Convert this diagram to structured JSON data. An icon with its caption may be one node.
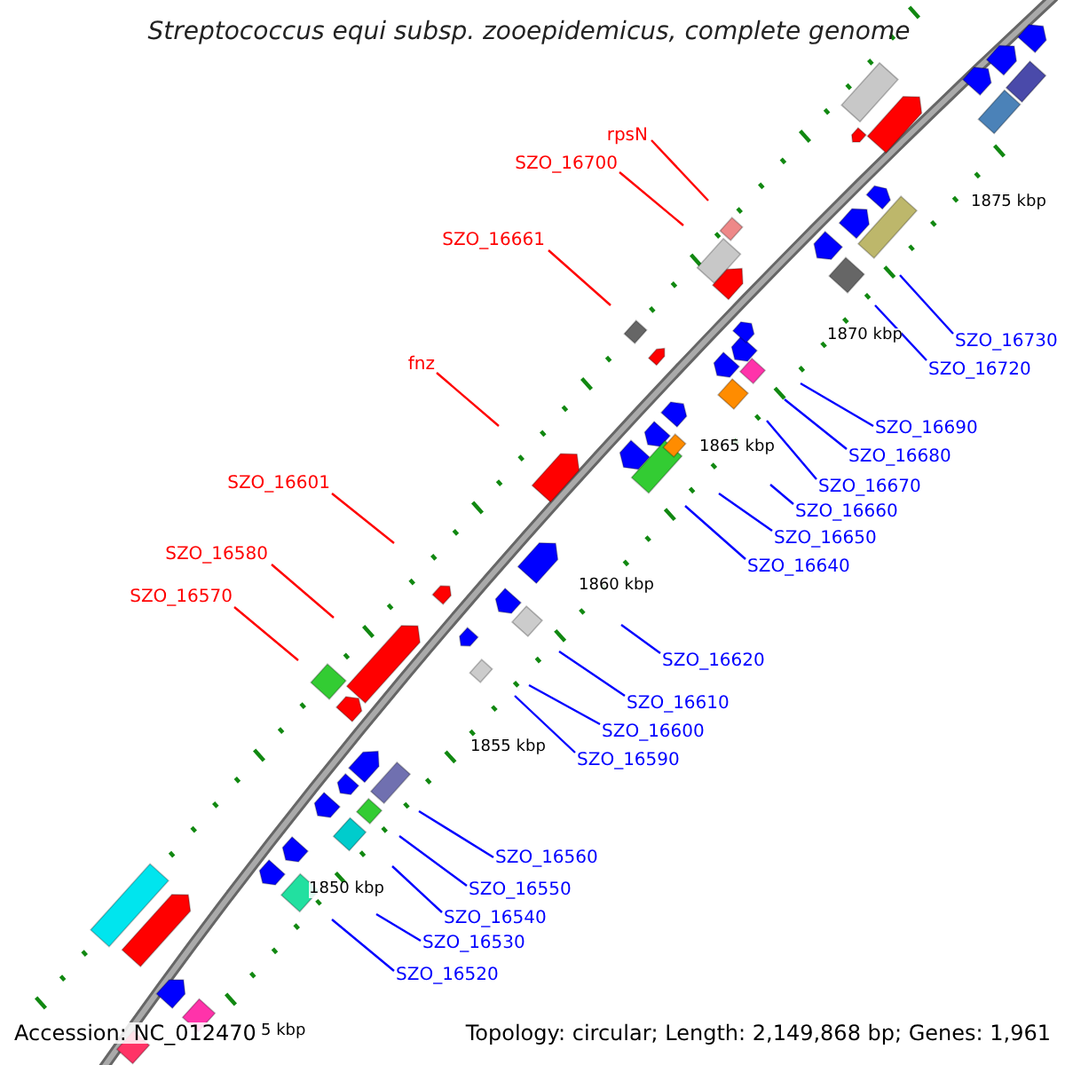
{
  "diagram": {
    "title": "Streptococcus equi subsp. zooepidemicus, complete genome",
    "nodes": [
      {
        "text": [
          "rpsN"
        ]
      },
      {
        "text": [
          "SZO_16700"
        ]
      },
      {
        "text": [
          "SZO_16661"
        ]
      },
      {
        "text": [
          "SZO_16730"
        ]
      },
      {
        "text": [
          "SZO_16720"
        ]
      },
      {
        "text": [
          "fnz"
        ]
      },
      {
        "text": [
          "SZO_16690"
        ]
      },
      {
        "text": [
          "SZO_16680"
        ]
      },
      {
        "text": [
          "SZO_16601"
        ]
      },
      {
        "text": [
          "SZO_16670"
        ]
      },
      {
        "text": [
          "SZO_16660"
        ]
      },
      {
        "text": [
          "SZO_16650"
        ]
      },
      {
        "text": [
          "SZO_16580"
        ]
      },
      {
        "text": [
          "SZO_16640"
        ]
      },
      {
        "text": [
          "SZO_16570"
        ]
      },
      {
        "text": [
          "SZO_16620"
        ]
      },
      {
        "text": [
          "SZO_16610"
        ]
      },
      {
        "text": [
          "SZO_16600"
        ]
      },
      {
        "text": [
          "SZO_16590"
        ]
      },
      {
        "text": [
          "SZO_16560"
        ]
      },
      {
        "text": [
          "SZO_16550"
        ]
      },
      {
        "text": [
          "SZO_16540"
        ]
      },
      {
        "text": [
          "SZO_16530"
        ]
      },
      {
        "text": [
          "SZO_16520"
        ]
      }
    ],
    "edges": [
      {
        "from": 0,
        "to": null,
        "arrow": "none",
        "color": "#ff0000"
      },
      {
        "from": 1,
        "to": null,
        "arrow": "none",
        "color": "#ff0000"
      },
      {
        "from": 2,
        "to": null,
        "arrow": "none",
        "color": "#ff0000"
      },
      {
        "from": 3,
        "to": null,
        "arrow": "none"
      },
      {
        "from": 4,
        "to": null,
        "arrow": "none"
      },
      {
        "from": 5,
        "to": null,
        "arrow": "none",
        "color": "#ff0000"
      },
      {
        "from": 6,
        "to": null,
        "arrow": "none"
      },
      {
        "from": 7,
        "to": null,
        "arrow": "none"
      },
      {
        "from": 8,
        "to": null,
        "arrow": "none",
        "color": "#ff0000"
      },
      {
        "from": 9,
        "to": null,
        "arrow": "none"
      },
      {
        "from": 10,
        "to": null,
        "arrow": "none"
      },
      {
        "from": 11,
        "to": null,
        "arrow": "none"
      },
      {
        "from": 12,
        "to": null,
        "arrow": "none",
        "color": "#ff0000"
      },
      {
        "from": 13,
        "to": null,
        "arrow": "none"
      },
      {
        "from": 14,
        "to": null,
        "arrow": "none",
        "color": "#ff0000"
      },
      {
        "from": 15,
        "to": null,
        "arrow": "none"
      },
      {
        "from": 16,
        "to": null,
        "arrow": "none"
      },
      {
        "from": 17,
        "to": null,
        "arrow": "none"
      },
      {
        "from": 18,
        "to": null,
        "arrow": "none"
      },
      {
        "from": 19,
        "to": null,
        "arrow": "none"
      },
      {
        "from": 20,
        "to": null,
        "arrow": "none"
      },
      {
        "from": 21,
        "to": null,
        "arrow": "none"
      },
      {
        "from": 22,
        "to": null,
        "arrow": "none"
      },
      {
        "from": 23,
        "to": null,
        "arrow": "none"
      }
    ],
    "labels": [
      "1875 kbp",
      "1870 kbp",
      "1865 kbp",
      "1860 kbp",
      "1855 kbp",
      "1850 kbp",
      "5 kbp",
      "Accession: NC_012470",
      "Topology: circular; Length: 2,149,868 bp; Genes: 1,961"
    ]
  }
}
